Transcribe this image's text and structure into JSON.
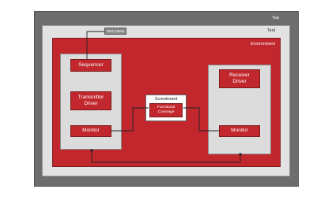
{
  "top": {
    "label": "Top"
  },
  "test": {
    "label": "Test",
    "test_cases": "Test Cases"
  },
  "environment": {
    "label": "Environment",
    "transmitter_agent": {
      "sequencer": "Sequencer",
      "driver": "Transmitter Driver",
      "monitor": "Monitor"
    },
    "scoreboard": {
      "title": "Scoreboard",
      "coverage": "Functional Coverage"
    },
    "receiver_agent": {
      "driver": "Receiver Driver",
      "monitor": "Monitor"
    }
  },
  "colors": {
    "top_bg": "#6d6d6d",
    "test_bg": "#e2e2e2",
    "environment_bg": "#c1272d",
    "agent_bg": "#dcdcdc",
    "block_bg": "#c1272d",
    "wire": "#222222"
  }
}
